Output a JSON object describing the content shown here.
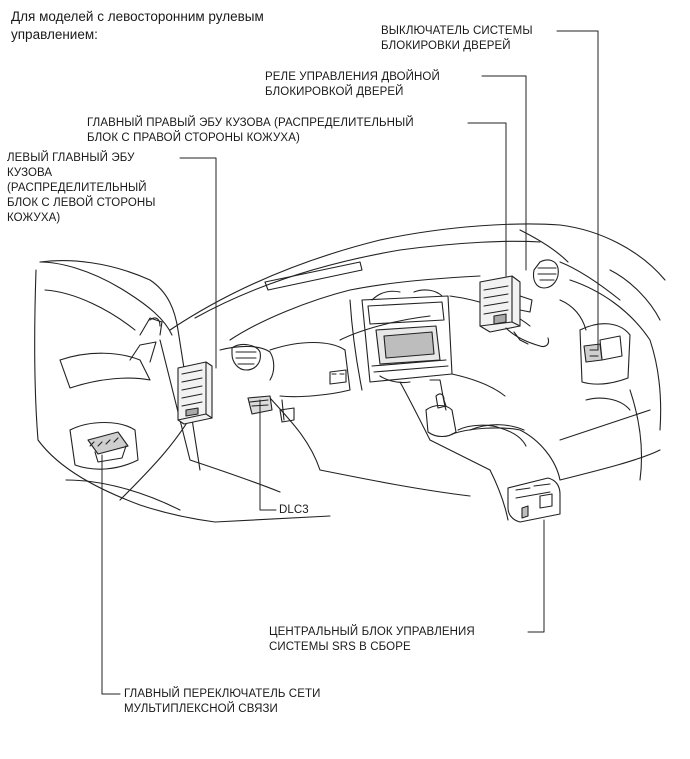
{
  "heading": [
    "Для моделей с левосторонним рулевым",
    "управлением:"
  ],
  "labels": {
    "door_lock_switch": [
      "ВЫКЛЮЧАТЕЛЬ СИСТЕМЫ",
      "БЛОКИРОВКИ ДВЕРЕЙ"
    ],
    "double_lock_relay": [
      "РЕЛЕ УПРАВЛЕНИЯ ДВОЙНОЙ",
      "БЛОКИРОВКОЙ ДВЕРЕЙ"
    ],
    "right_body_ecu": [
      "ГЛАВНЫЙ ПРАВЫЙ ЭБУ КУЗОВА (РАСПРЕДЕЛИТЕЛЬНЫЙ",
      "БЛОК С ПРАВОЙ СТОРОНЫ КОЖУХА)"
    ],
    "left_body_ecu": [
      "ЛЕВЫЙ ГЛАВНЫЙ ЭБУ",
      "КУЗОВА",
      "(РАСПРЕДЕЛИТЕЛЬНЫЙ",
      "БЛОК С ЛЕВОЙ СТОРОНЫ",
      "КОЖУХА)"
    ],
    "dlc3": "DLC3",
    "srs_unit": [
      "ЦЕНТРАЛЬНЫЙ БЛОК УПРАВЛЕНИЯ",
      "СИСТЕМЫ SRS В СБОРЕ"
    ],
    "multiplex_switch": [
      "ГЛАВНЫЙ ПЕРЕКЛЮЧАТЕЛЬ СЕТИ",
      "МУЛЬТИПЛЕКСНОЙ СВЯЗИ"
    ]
  }
}
